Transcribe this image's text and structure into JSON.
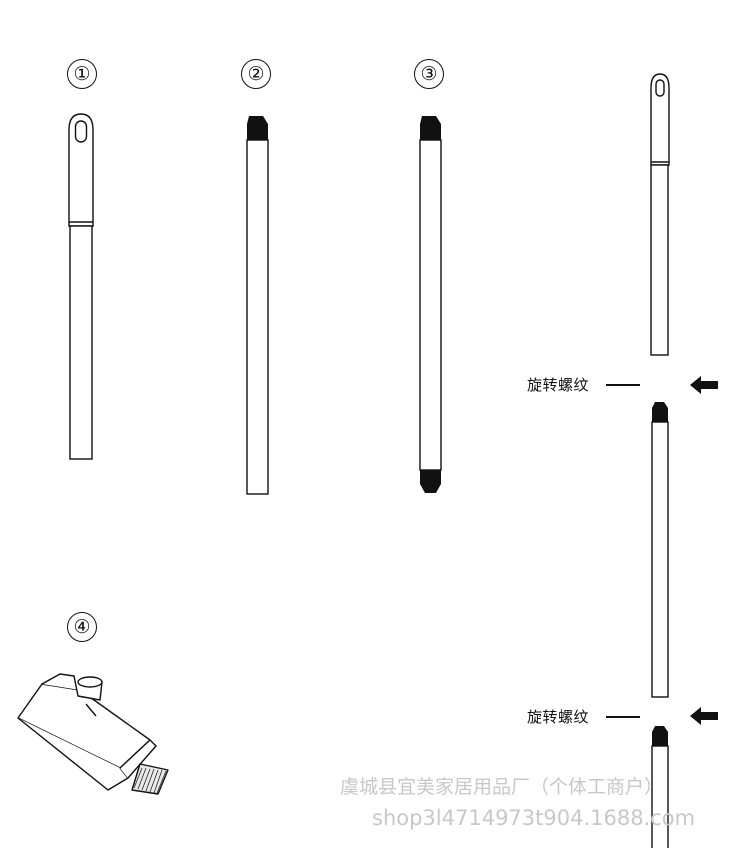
{
  "steps": [
    {
      "label": "①"
    },
    {
      "label": "②"
    },
    {
      "label": "③"
    },
    {
      "label": "④"
    }
  ],
  "thread_labels": [
    "旋转螺纹",
    "旋转螺纹"
  ],
  "watermark": {
    "line1": "虞城县宜美家居用品厂（个体工商户）",
    "line2": "shop3l4714973t904.1688.com"
  },
  "colors": {
    "stroke": "#111111",
    "cap": "#111111",
    "watermark": "#c8c8c8"
  }
}
